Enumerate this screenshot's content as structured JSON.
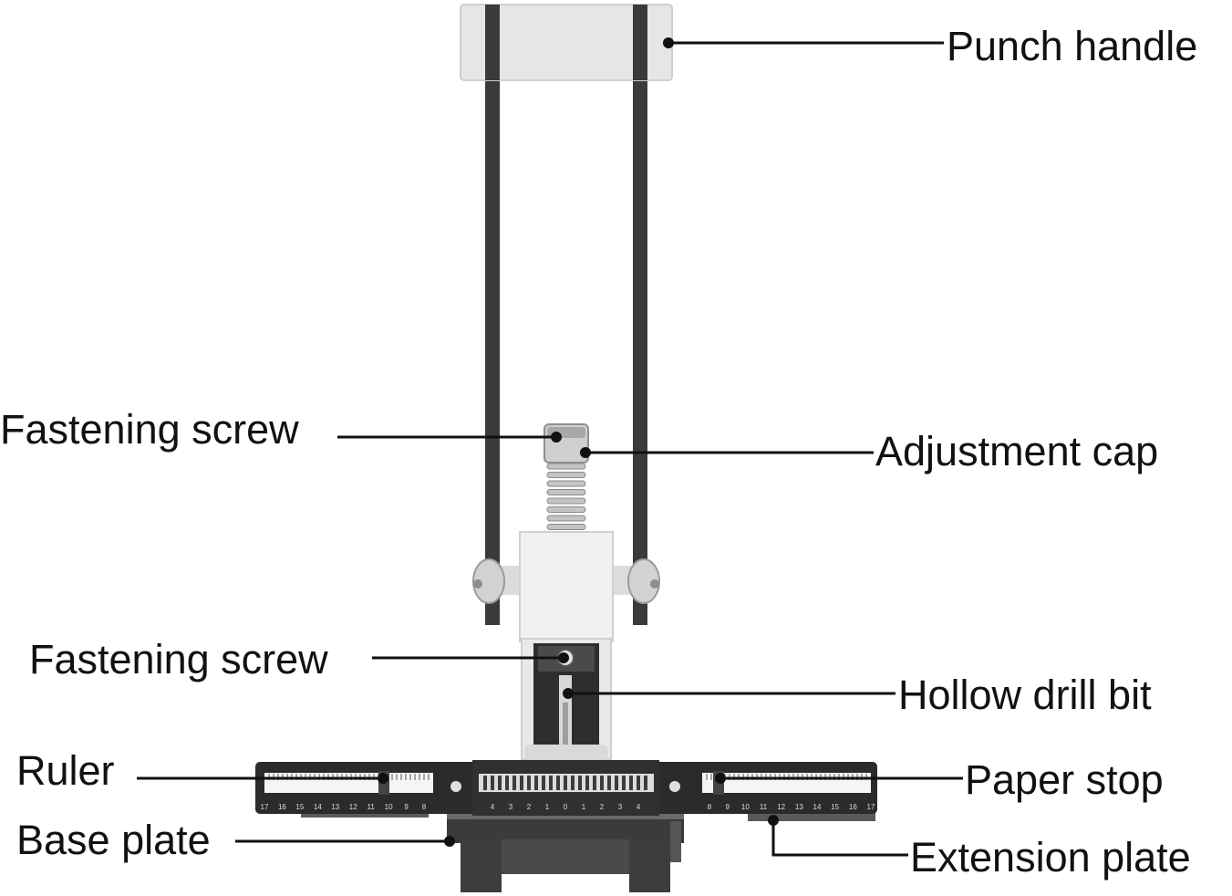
{
  "labels": {
    "punch_handle": "Punch handle",
    "fastening_screw_top": "Fastening screw",
    "adjustment_cap": "Adjustment cap",
    "fastening_screw_bottom": "Fastening screw",
    "hollow_drill_bit": "Hollow drill bit",
    "ruler": "Ruler",
    "paper_stop": "Paper stop",
    "base_plate": "Base plate",
    "extension_plate": "Extension plate"
  },
  "ruler_ticks_left": [
    "17",
    "16",
    "15",
    "14",
    "13",
    "12",
    "11",
    "10",
    "9",
    "8"
  ],
  "ruler_ticks_center": [
    "4",
    "3",
    "2",
    "1",
    "0",
    "1",
    "2",
    "3",
    "4"
  ],
  "ruler_ticks_right": [
    "8",
    "9",
    "10",
    "11",
    "12",
    "13",
    "14",
    "15",
    "16",
    "17"
  ],
  "colors": {
    "label_text": "#111111",
    "rail": "#3a3a3a",
    "handle": "#e6e6e6",
    "body": "#f1f1f1",
    "ruler": "#2b2b2b"
  }
}
